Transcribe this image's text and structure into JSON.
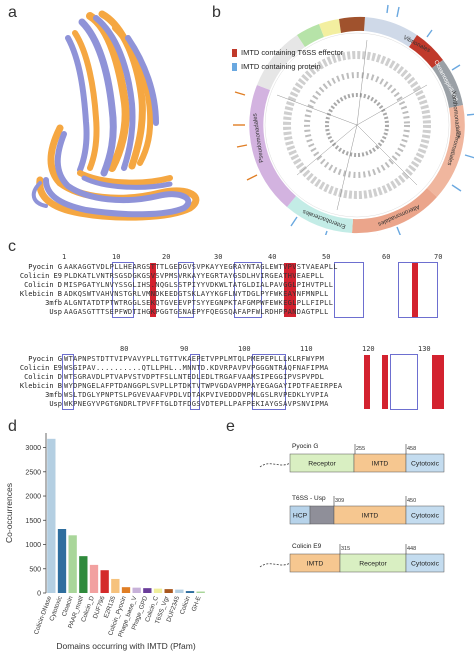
{
  "panels": {
    "a": "a",
    "b": "b",
    "c": "c",
    "d": "d",
    "e": "e"
  },
  "panel_b": {
    "legend": [
      {
        "label": "IMTD containing T6SS effector",
        "color": "#c0392b"
      },
      {
        "label": "IMTD containing protein",
        "color": "#6aa8e0"
      }
    ],
    "clades": [
      {
        "label": "Vibrionales",
        "color": "#cfd9e8"
      },
      {
        "label": "Oceanospirillales",
        "color": "#c0392b"
      },
      {
        "label": "Xanthomonadales",
        "color": "#9aa0a6"
      },
      {
        "label": "Chromatiales",
        "color": "#e9a58a"
      },
      {
        "label": "Alteromonadales",
        "color": "#e9a58a"
      },
      {
        "label": "Enterobacterales",
        "color": "#b8e6e0"
      },
      {
        "label": "Pseudomonadales",
        "color": "#c9a6d8"
      }
    ]
  },
  "panel_c": {
    "ruler1": [
      "1",
      "10",
      "20",
      "30",
      "40",
      "50",
      "60",
      "70"
    ],
    "block1": [
      {
        "name": "Pyocin G",
        "seq": "AAKAGGTVDLPLLHEARGSTTTLGEDGVSVPKAYYEGRAYNTAGLEWTVPVSTVAEAPLL"
      },
      {
        "name": "Colicin E9",
        "seq": "PLDKATLVNTRSGSDGKGSVSVPMSVRKAYYEGRTAYGSDLHVIRGEATHVEAEPLL"
      },
      {
        "name": "Colicin D",
        "seq": "MISPGATYLNVYSSGLIHS.NQGLSSTPIYYVDKWLTATGLDIALPAVGGLPIHVTPLL"
      },
      {
        "name": "Klebicin B",
        "seq": "ADKQSWTVAHVNSTGRLVMNDKEEDGTSKLAYYKGFLNYTDGLPYFWKEAYNFMNPLL"
      },
      {
        "name": "3mfb",
        "seq": "ALGNTATDTPTWTRGGLSEKQTGVEEVPTSYYEGNPKTAFGMPWFEWKEGLPLLFIPLL"
      },
      {
        "name": "Usp",
        "seq": "AAGASGTTTSEPFWDTIHGKPGGTGSNAEPYFQEGSQAFAPFWLRDHPPANDAGTPLL"
      }
    ],
    "ruler2": [
      "80",
      "90",
      "100",
      "110",
      "120",
      "130"
    ],
    "block2": [
      {
        "name": "Pyocin G",
        "seq": "WTAPNPSTDTTVIPVAVYPLLTGTTVKAEPETVPPLMTQLPMEPEPLLLKLRFWYPM"
      },
      {
        "name": "Colicin E9",
        "seq": "WSGIPAV..........QTLLPHL..MNNTD.KDVRPAVPVPGGGNTRAQFNAFIPMA"
      },
      {
        "name": "Colicin D",
        "seq": "WTSGRAVDLPTVAPVSTVDPTFSLLNTEDLEDLTRGAFVAAMSIPEGGIPVSPVPDL"
      },
      {
        "name": "Klebicin B",
        "seq": "WYDPNGELAFPTDANGGPLSVPLLPTDKTVTWPVGDAVPMPAYEGAGAYIPDTFAEIRPEA"
      },
      {
        "name": "3mfb",
        "seq": "WSLTDGLYPNPTSLPGVEVAAFVPDLVDTAKPVIVEDDDVPMLGSLRVPEDKLYVPIA"
      },
      {
        "name": "Usp",
        "seq": "WKPNEGYVPGTGNDRLTPVFFTGLDTFDGSVDTEPLLPAFPEKIAYGSAVPSNVIPMA"
      }
    ]
  },
  "chart_data": {
    "type": "bar",
    "title": "",
    "xlabel": "Domains occurring with IMTD (Pfam)",
    "ylabel": "Co-occurrences",
    "ylim": [
      0,
      3300
    ],
    "yticks": [
      0,
      500,
      1000,
      1500,
      2000,
      2500,
      3000
    ],
    "categories": [
      "Colicin-DNase",
      "Cytotoxic",
      "Cloacin",
      "PAAR_motif",
      "Colicin_D",
      "DUF796",
      "E2R135",
      "Colicin_Pyocin",
      "Phage_base_V",
      "Phage_GPD",
      "Colicin_C",
      "T6SS_Vgr",
      "DUF2345",
      "Colicin",
      "GH-E"
    ],
    "values": [
      3180,
      1320,
      1190,
      760,
      580,
      470,
      290,
      120,
      110,
      100,
      90,
      80,
      70,
      40,
      30
    ],
    "colors": [
      "#b4cfe2",
      "#2f6e9e",
      "#a9d69a",
      "#2f8a3c",
      "#f2a1a0",
      "#d42a2a",
      "#f6c27d",
      "#e07e25",
      "#c7b1d9",
      "#6a3d9a",
      "#f0ee9b",
      "#a8561e",
      "#b4cfe2",
      "#2f6e9e",
      "#a9d69a"
    ]
  },
  "panel_e": {
    "constructs": [
      {
        "name": "Pyocin G",
        "markers": [
          "255",
          "458"
        ],
        "domains": [
          {
            "label": "Receptor",
            "color": "#d9efc2"
          },
          {
            "label": "IMTD",
            "color": "#f6c790"
          },
          {
            "label": "Cytotoxic",
            "color": "#c4dcef"
          }
        ]
      },
      {
        "name": "T6SS - Usp",
        "markers": [
          "309",
          "450"
        ],
        "domains": [
          {
            "label": "HCP",
            "color": "#b7d3ea"
          },
          {
            "label": "",
            "color": "#8f8f99"
          },
          {
            "label": "IMTD",
            "color": "#f6c790"
          },
          {
            "label": "Cytotoxic",
            "color": "#c4dcef"
          }
        ]
      },
      {
        "name": "Colicin E9",
        "markers": [
          "315",
          "448"
        ],
        "domains": [
          {
            "label": "IMTD",
            "color": "#f6c790"
          },
          {
            "label": "Receptor",
            "color": "#d9efc2"
          },
          {
            "label": "Cytotoxic",
            "color": "#c4dcef"
          }
        ]
      }
    ]
  }
}
